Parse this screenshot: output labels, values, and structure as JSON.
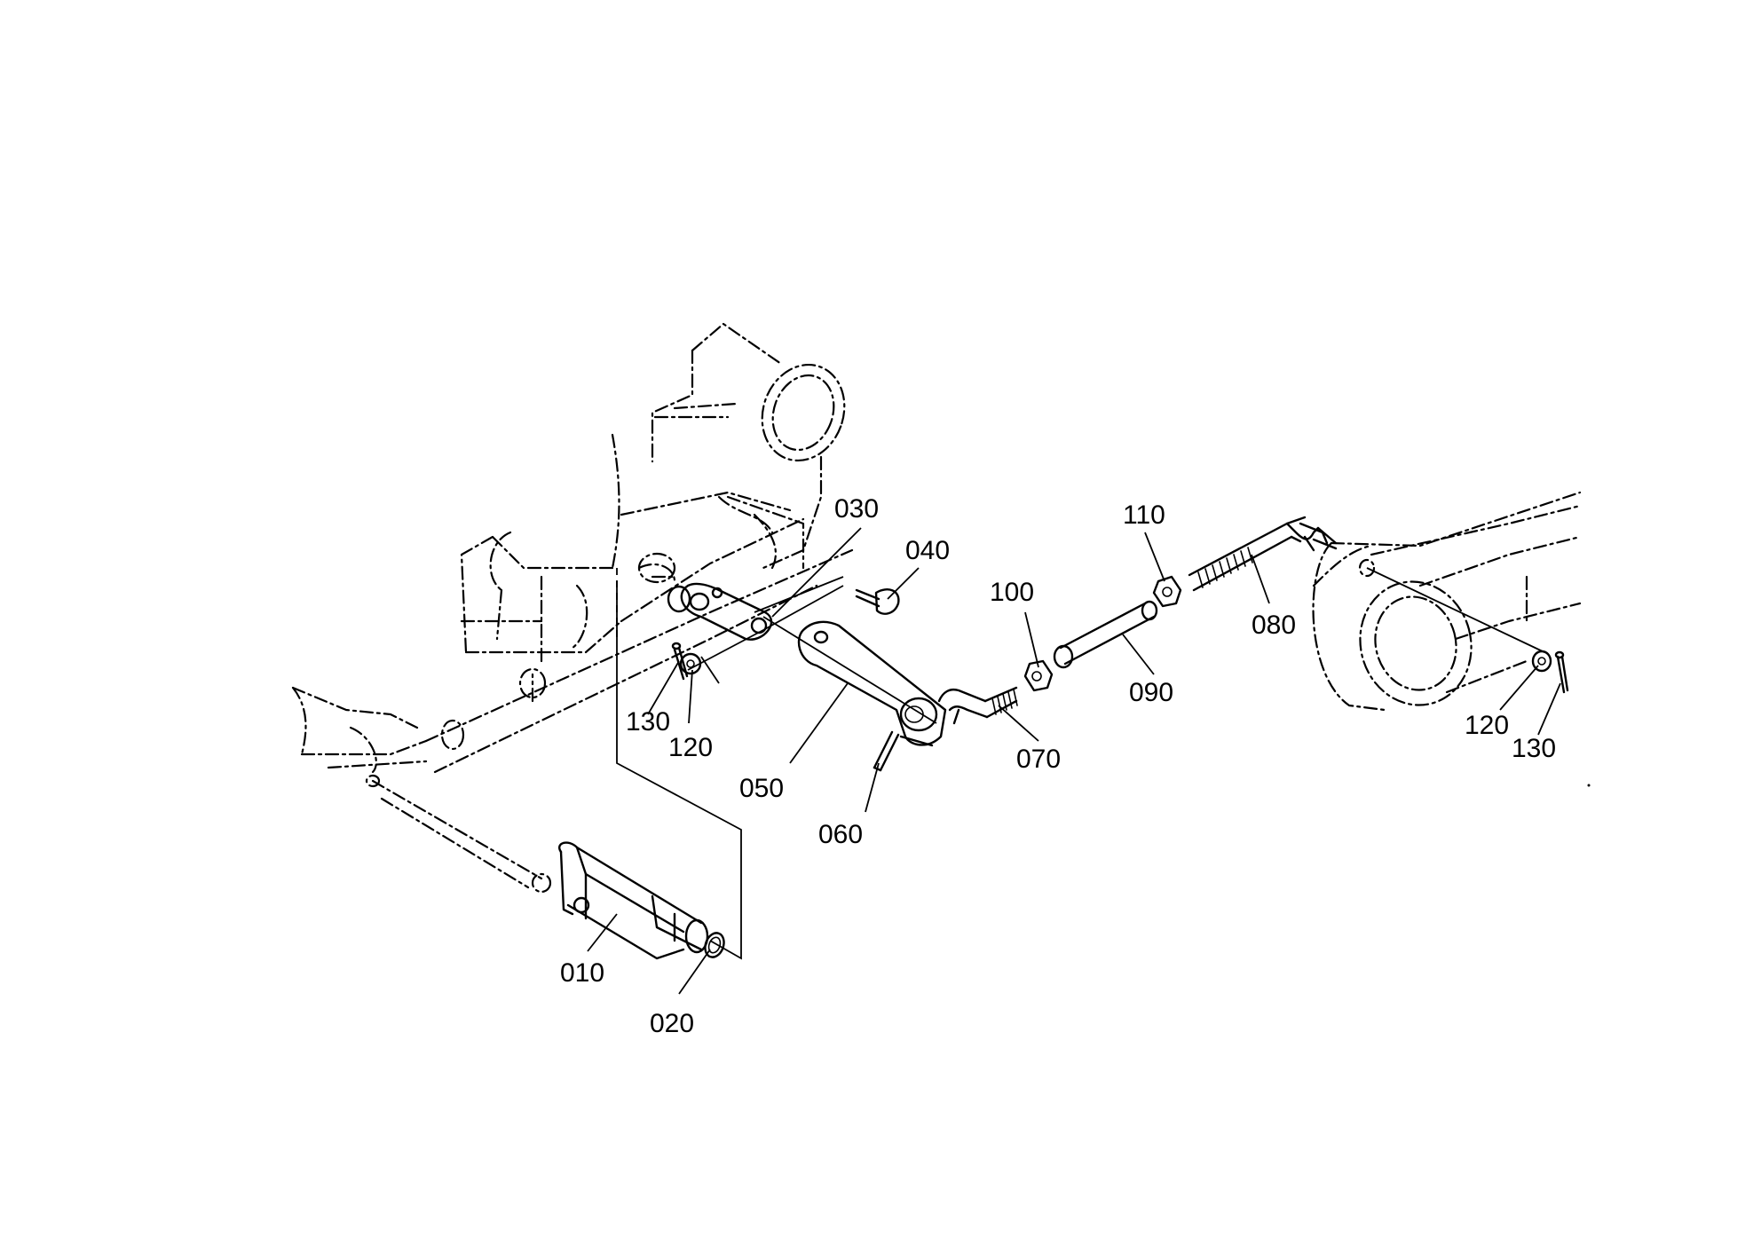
{
  "diagram": {
    "part_labels": {
      "p010": "010",
      "p020": "020",
      "p030": "030",
      "p040": "040",
      "p050": "050",
      "p060": "060",
      "p070": "070",
      "p080": "080",
      "p090": "090",
      "p100": "100",
      "p110": "110",
      "p120_left": "120",
      "p130_left": "130",
      "p120_right": "120",
      "p130_right": "130"
    }
  }
}
